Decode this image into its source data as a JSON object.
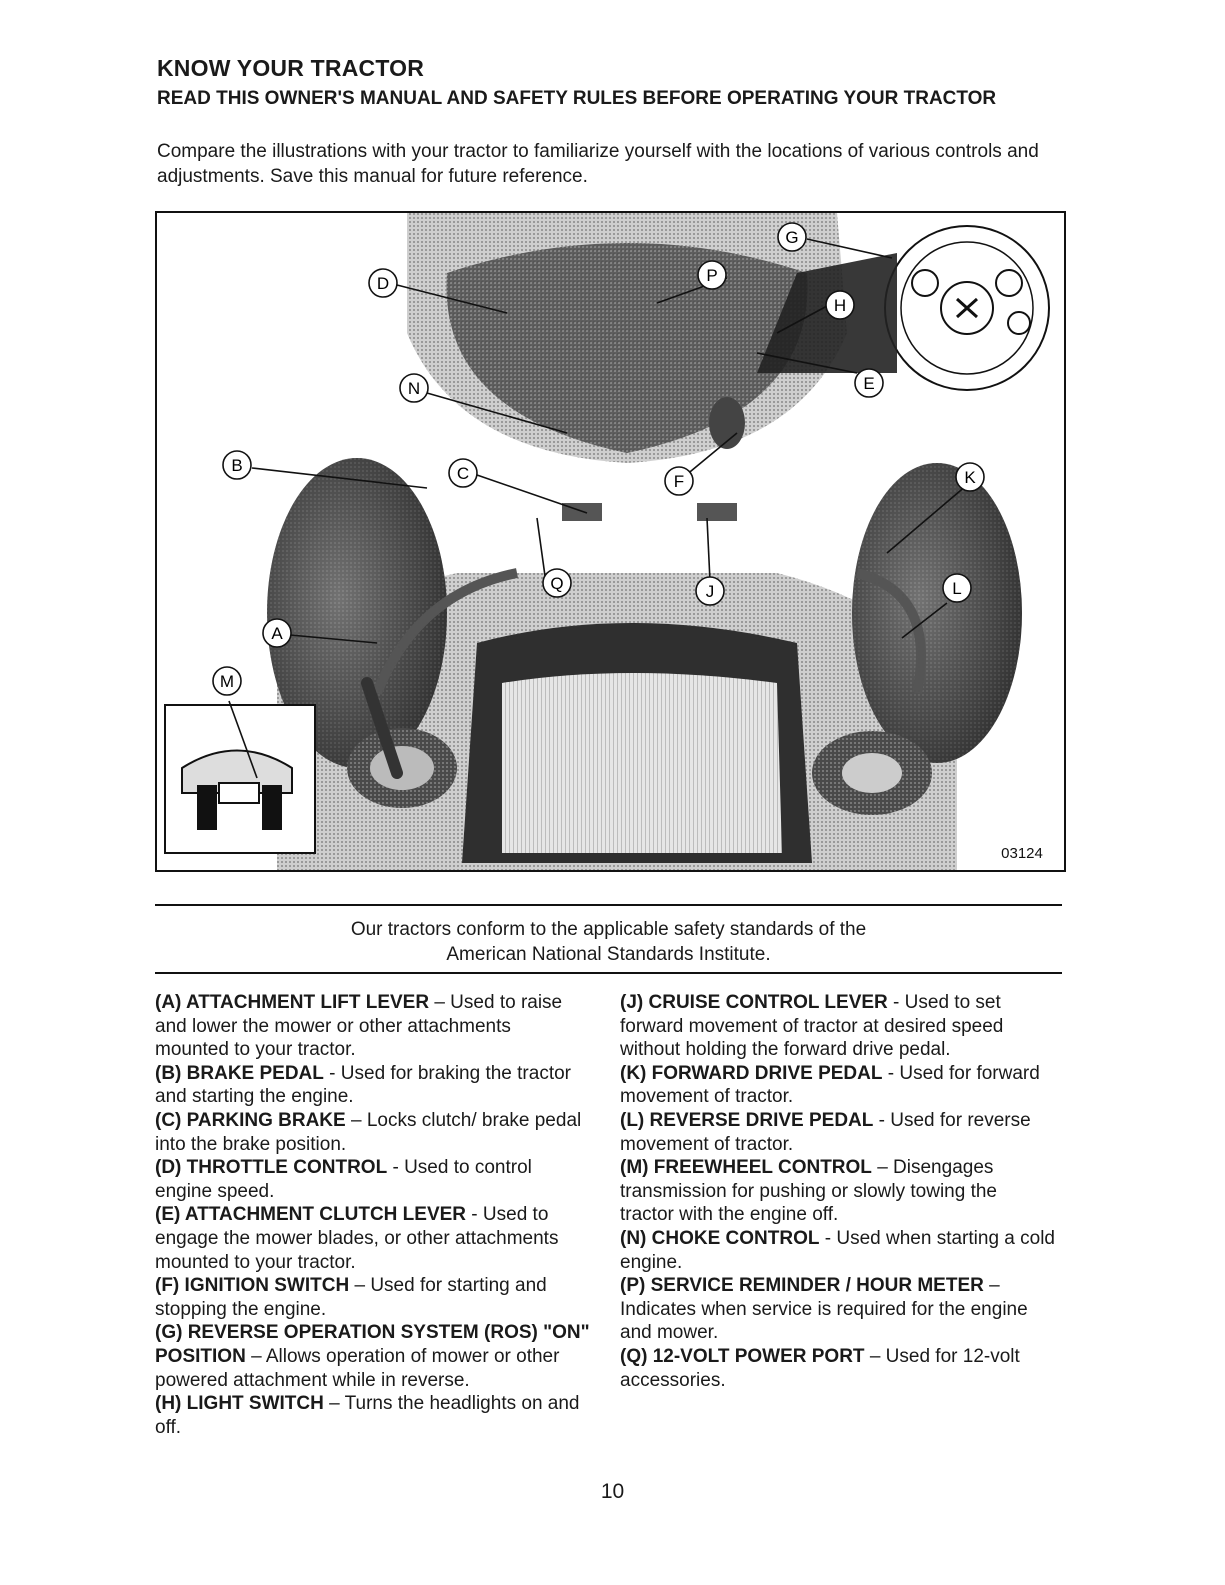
{
  "header": {
    "title": "KNOW YOUR TRACTOR",
    "subtitle": "READ THIS OWNER'S MANUAL AND SAFETY RULES BEFORE OPERATING YOUR TRACTOR",
    "intro": "Compare the illustrations with your tractor to familiarize yourself with the locations of various controls and adjustments.  Save this manual for future reference."
  },
  "figure": {
    "code": "03124",
    "callouts": [
      "A",
      "B",
      "C",
      "D",
      "E",
      "F",
      "G",
      "H",
      "J",
      "K",
      "L",
      "M",
      "N",
      "P",
      "Q"
    ]
  },
  "standards_note": {
    "line1": "Our tractors conform to the applicable safety standards of the",
    "line2": "American National Standards Institute."
  },
  "controls_left": [
    {
      "label": "(A) ATTACHMENT LIFT LEVER",
      "desc": " – Used to raise and lower the mower or other attachments mounted to your tractor."
    },
    {
      "label": "(B) BRAKE PEDAL",
      "desc": " - Used for braking the tractor and starting the engine."
    },
    {
      "label": "(C) PARKING BRAKE",
      "desc": " – Locks clutch/ brake pedal into the brake position."
    },
    {
      "label": "(D) THROTTLE CONTROL",
      "desc": " -  Used to control engine speed."
    },
    {
      "label": "(E) ATTACHMENT CLUTCH LEVER",
      "desc": " - Used to engage the mower blades, or other attachments mounted to your tractor."
    },
    {
      "label": "(F) IGNITION SWITCH",
      "desc": " – Used for starting and stopping the engine."
    },
    {
      "label": "(G) REVERSE OPERATION SYSTEM (ROS) \"ON\" POSITION",
      "desc": " – Allows operation of mower or other powered attachment while in reverse."
    },
    {
      "label": "(H) LIGHT SWITCH",
      "desc": " – Turns the headlights on and off."
    }
  ],
  "controls_right": [
    {
      "label": "(J) CRUISE CONTROL LEVER",
      "desc": " - Used to set forward movement of tractor at desired speed without holding the forward drive pedal."
    },
    {
      "label": "(K) FORWARD DRIVE PEDAL",
      "desc": " -  Used for forward movement of tractor."
    },
    {
      "label": "(L) REVERSE DRIVE PEDAL",
      "desc": " -  Used for reverse movement of tractor."
    },
    {
      "label": "(M) FREEWHEEL CONTROL",
      "desc": " – Disengages transmission for pushing or slowly towing the tractor with the engine off."
    },
    {
      "label": "(N) CHOKE CONTROL",
      "desc": " - Used when starting a cold engine."
    },
    {
      "label": "(P) SERVICE REMINDER / HOUR METER",
      "desc": " – Indicates when service is required for the engine and mower."
    },
    {
      "label": "(Q) 12-VOLT POWER PORT",
      "desc": " – Used for 12-volt accessories."
    }
  ],
  "page_number": "10"
}
